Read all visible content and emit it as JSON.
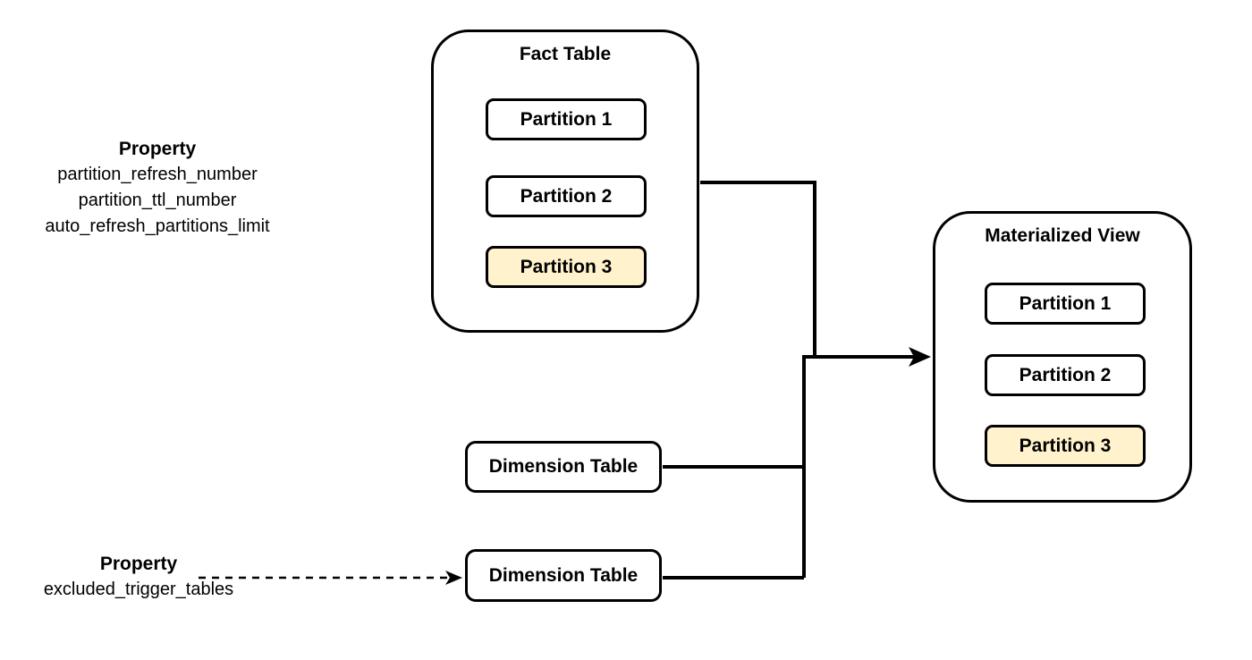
{
  "colors": {
    "stroke": "#000000",
    "box_fill": "#FFFFFF",
    "highlight_fill": "#FFF2CC",
    "background": "#FFFFFF"
  },
  "fact_table": {
    "title": "Fact Table",
    "partitions": [
      {
        "label": "Partition 1",
        "highlighted": false
      },
      {
        "label": "Partition 2",
        "highlighted": false
      },
      {
        "label": "Partition 3",
        "highlighted": true
      }
    ]
  },
  "materialized_view": {
    "title": "Materialized View",
    "partitions": [
      {
        "label": "Partition 1",
        "highlighted": false
      },
      {
        "label": "Partition 2",
        "highlighted": false
      },
      {
        "label": "Partition 3",
        "highlighted": true
      }
    ]
  },
  "dimension_tables": [
    {
      "label": "Dimension Table"
    },
    {
      "label": "Dimension Table"
    }
  ],
  "annotations": [
    {
      "heading": "Property",
      "lines": [
        "partition_refresh_number",
        "partition_ttl_number",
        "auto_refresh_partitions_limit"
      ]
    },
    {
      "heading": "Property",
      "lines": [
        "excluded_trigger_tables"
      ]
    }
  ]
}
